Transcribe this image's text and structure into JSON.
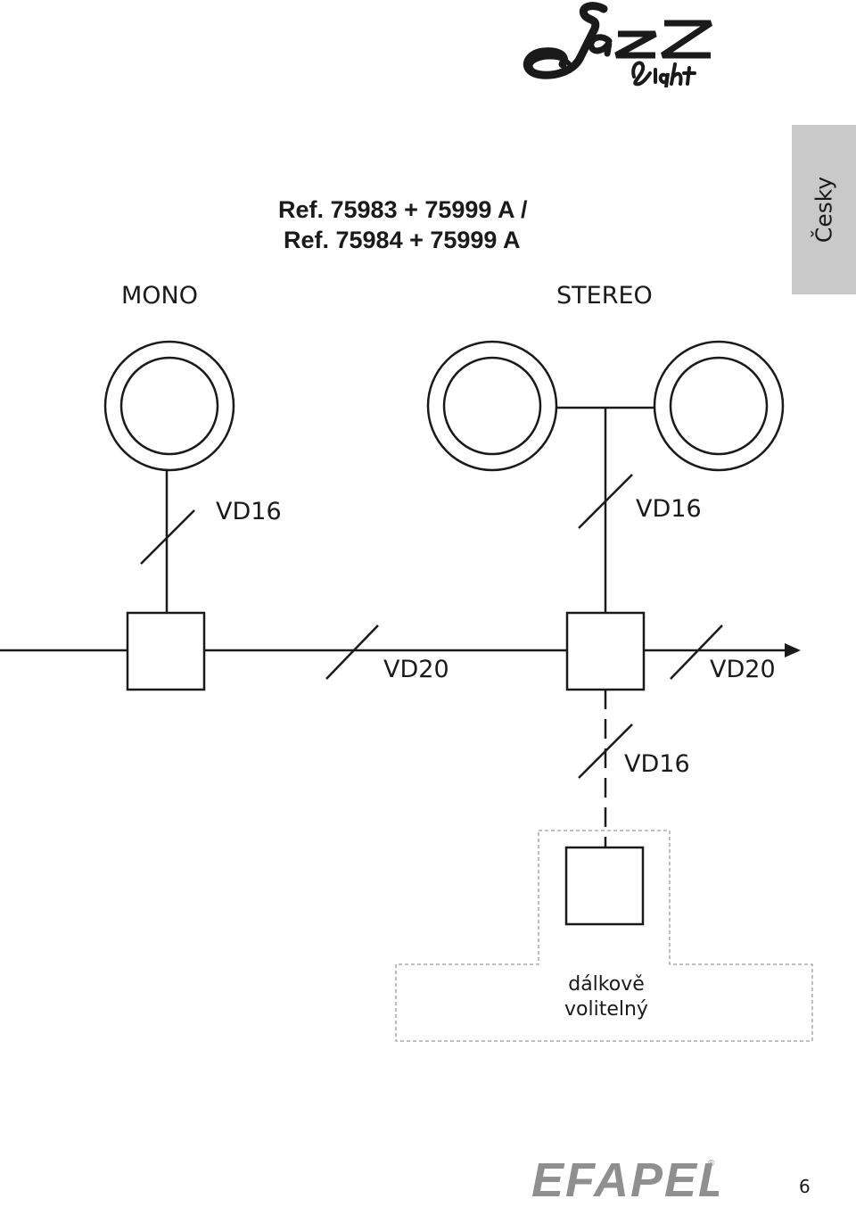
{
  "logo": {
    "icon": "jazz-light-logo",
    "text": "Jazz Light"
  },
  "header": {
    "ref_line1": "Ref. 75983 + 75999 A /",
    "ref_line2": "Ref. 75984 + 75999 A"
  },
  "language_tab": {
    "label": "Česky",
    "color": "#c9c9c9"
  },
  "diagram": {
    "mono_label": "MONO",
    "stereo_label": "STEREO",
    "wire_labels": {
      "mono_speaker_cable": "VD16",
      "stereo_speaker_cable": "VD16",
      "bus_cable_1": "VD20",
      "bus_cable_2": "VD20",
      "remote_cable": "VD16"
    },
    "remote_note_line1": "dálkově",
    "remote_note_line2": "volitelný"
  },
  "footer": {
    "brand": "EFAPEL",
    "brand_registered": "®",
    "page_number": "6"
  }
}
